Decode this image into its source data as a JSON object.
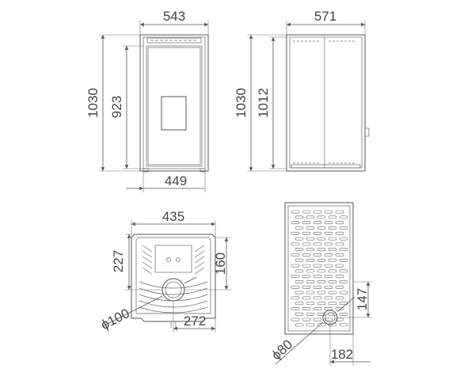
{
  "front_view": {
    "width_label": "543",
    "height_label": "1030",
    "inner_height_label": "923",
    "base_width_label": "449"
  },
  "side_view": {
    "width_label": "571",
    "height_label": "1030",
    "inner_height_label": "1012"
  },
  "top_view": {
    "width_label": "435",
    "depth_label": "227",
    "outlet_height_label": "160",
    "outlet_offset_label": "272",
    "flue_diameter_label": "ϕ100"
  },
  "rear_view": {
    "intake_height_label": "147",
    "intake_offset_label": "182",
    "intake_diameter_label": "ϕ80"
  }
}
